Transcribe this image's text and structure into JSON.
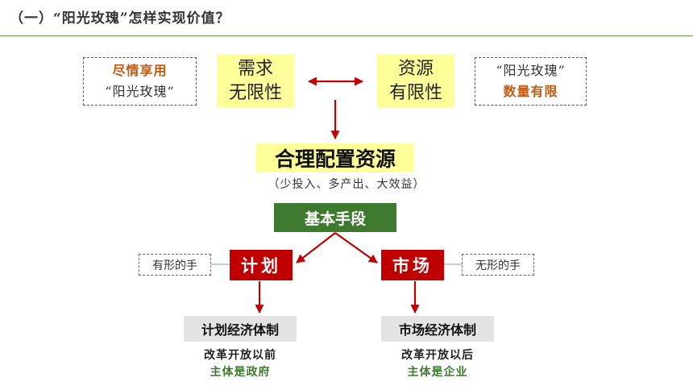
{
  "slide_title": "（一）“阳光玫瑰”怎样实现价值？",
  "left_note": {
    "line1": "尽情享用",
    "line2": "“阳光玫瑰”"
  },
  "demand_box": {
    "line1": "需求",
    "line2": "无限性"
  },
  "resource_box": {
    "line1": "资源",
    "line2": "有限性"
  },
  "right_note": {
    "line1": "“阳光玫瑰”",
    "line2": "数量有限"
  },
  "allocation": {
    "title": "合理配置资源",
    "subtitle": "（少投入、多产出、大效益）"
  },
  "basic_means": "基本手段",
  "plan": {
    "label": "计划",
    "tag": "有形的手",
    "economy": "计划经济体制",
    "note1": "改革开放以前",
    "note2": "主体是政府"
  },
  "market": {
    "label": "市场",
    "tag": "无形的手",
    "economy": "市场经济体制",
    "note1": "改革开放以后",
    "note2": "主体是企业"
  },
  "colors": {
    "accent_red": "#c00000",
    "accent_green": "#3e7a2e",
    "highlight_yellow": "#ffff99",
    "note_orange": "#c55a11"
  }
}
